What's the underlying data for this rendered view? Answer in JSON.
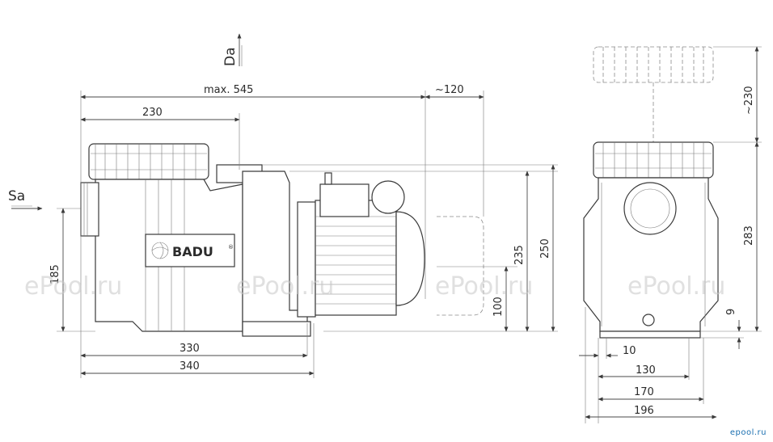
{
  "labels": {
    "suction": "Sa",
    "discharge": "Da",
    "brand": "BADU",
    "brand_mark": "®"
  },
  "dimensions": {
    "max_length": "max. 545",
    "clearance": "~120",
    "top_230": "230",
    "left_185": "185",
    "base_330": "330",
    "base_340": "340",
    "height_235": "235",
    "height_250": "250",
    "height_100": "100",
    "lid_230": "~230",
    "height_283": "283",
    "offset_9": "9",
    "width_10": "10",
    "width_130": "130",
    "width_170": "170",
    "width_196": "196"
  },
  "watermarks": [
    "ePool.ru",
    "ePool.ru",
    "ePool.ru",
    "ePool.ru"
  ],
  "site_logo": "epool.ru",
  "colors": {
    "line": "#3a3a3a",
    "watermark": "#c8c8c8",
    "logo": "#1a6fb0"
  }
}
